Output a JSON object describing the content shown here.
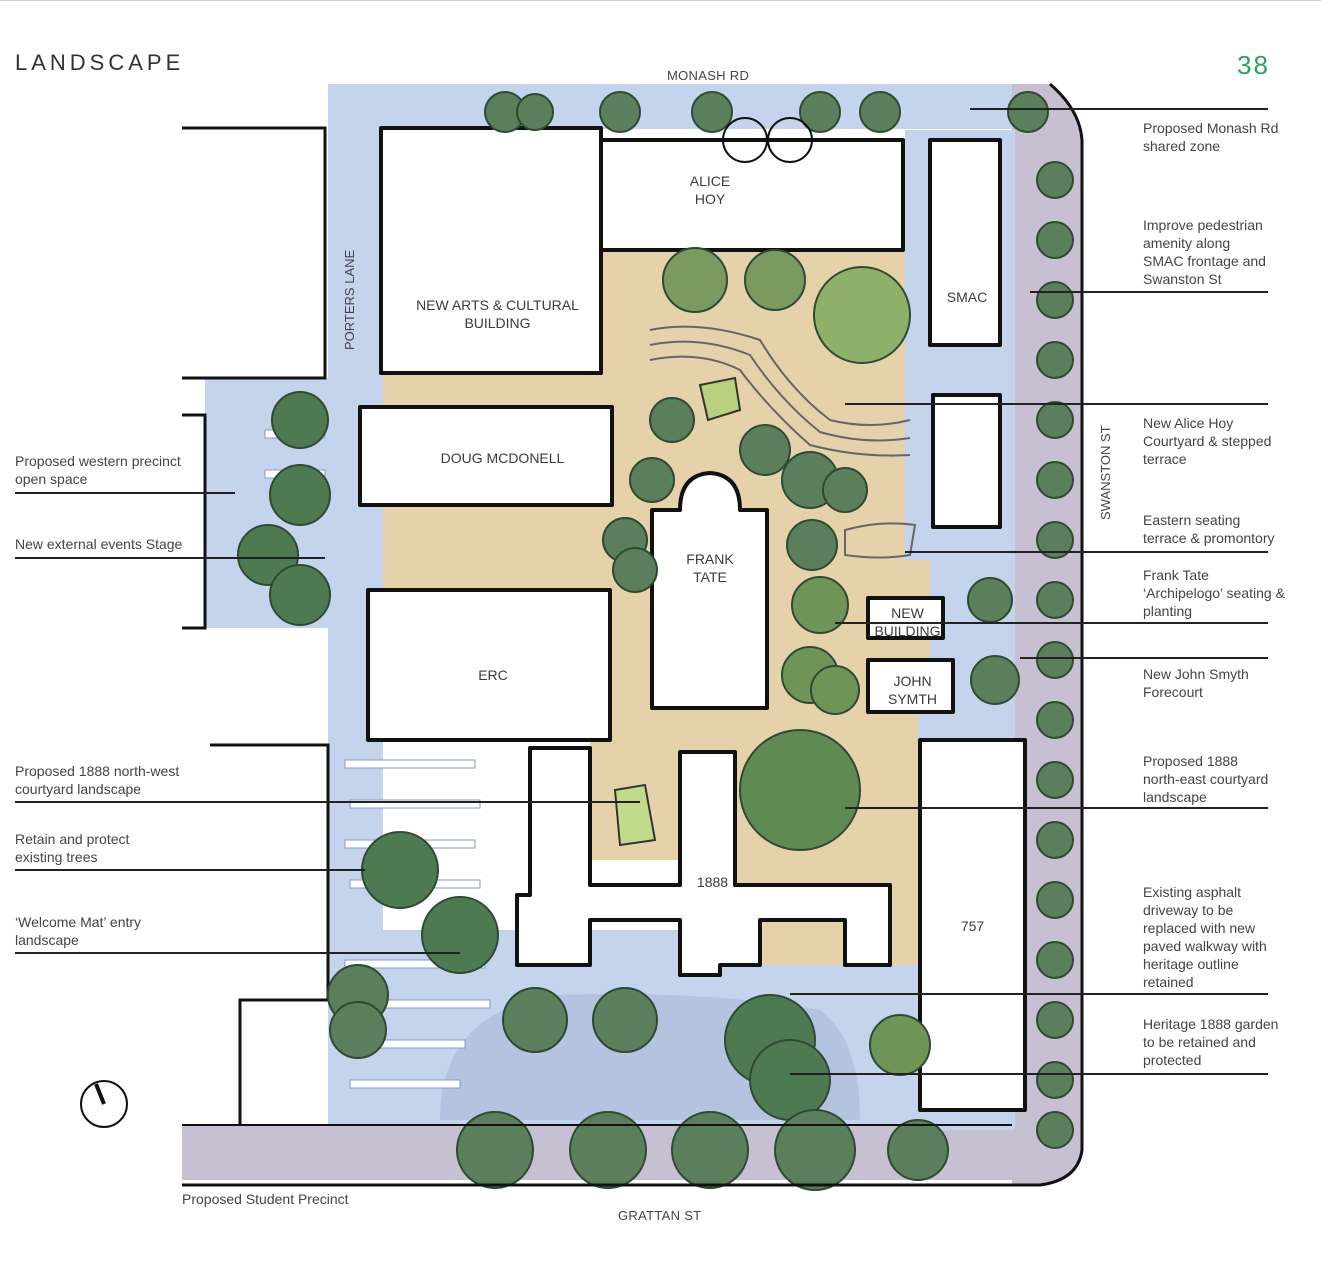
{
  "header": {
    "title": "LANDSCAPE",
    "page_number": "38"
  },
  "roads": {
    "monash": "MONASH RD",
    "grattan": "GRATTAN ST",
    "swanston": "SWANSTON ST",
    "porters": "PORTERS LANE"
  },
  "buildings": {
    "alice_hoy": "ALICE\nHOY",
    "new_arts": "NEW ARTS & CULTURAL\nBUILDING",
    "smac": "SMAC",
    "doug": "DOUG MCDONELL",
    "frank_tate": "FRANK\nTATE",
    "new_building": "NEW\nBUILDING",
    "john_symth": "JOHN\nSYMTH",
    "erc": "ERC",
    "b1888": "1888",
    "b757": "757"
  },
  "left_labels": [
    "Proposed western precinct\nopen space",
    "New external events Stage",
    "Proposed 1888 north-west\ncourtyard landscape",
    "Retain and protect\nexisting trees",
    "‘Welcome Mat’ entry\nlandscape"
  ],
  "right_labels": [
    "Proposed Monash Rd\nshared zone",
    "Improve pedestrian\namenity along\nSMAC frontage and\nSwanston St",
    "New Alice Hoy\nCourtyard & stepped\nterrace",
    "Eastern seating\nterrace & promontory",
    "Frank Tate\n‘Archipelogo’ seating &\nplanting",
    "New John Smyth\nForecourt",
    "Proposed 1888\nnorth-east courtyard\nlandscape",
    "Existing asphalt\ndriveway to be\nreplaced with new\npaved walkway with\nheritage outline\nretained",
    "Heritage 1888 garden\nto be retained and\nprotected"
  ],
  "bottom_note": "Proposed Student Precinct",
  "colors": {
    "sky": "#c3d4ec",
    "sand": "#e6d2aa",
    "road": "#c7bfd2",
    "tree_dark": "#4e7a52",
    "tree_light": "#8fb06b",
    "accent": "#2fa05a"
  }
}
